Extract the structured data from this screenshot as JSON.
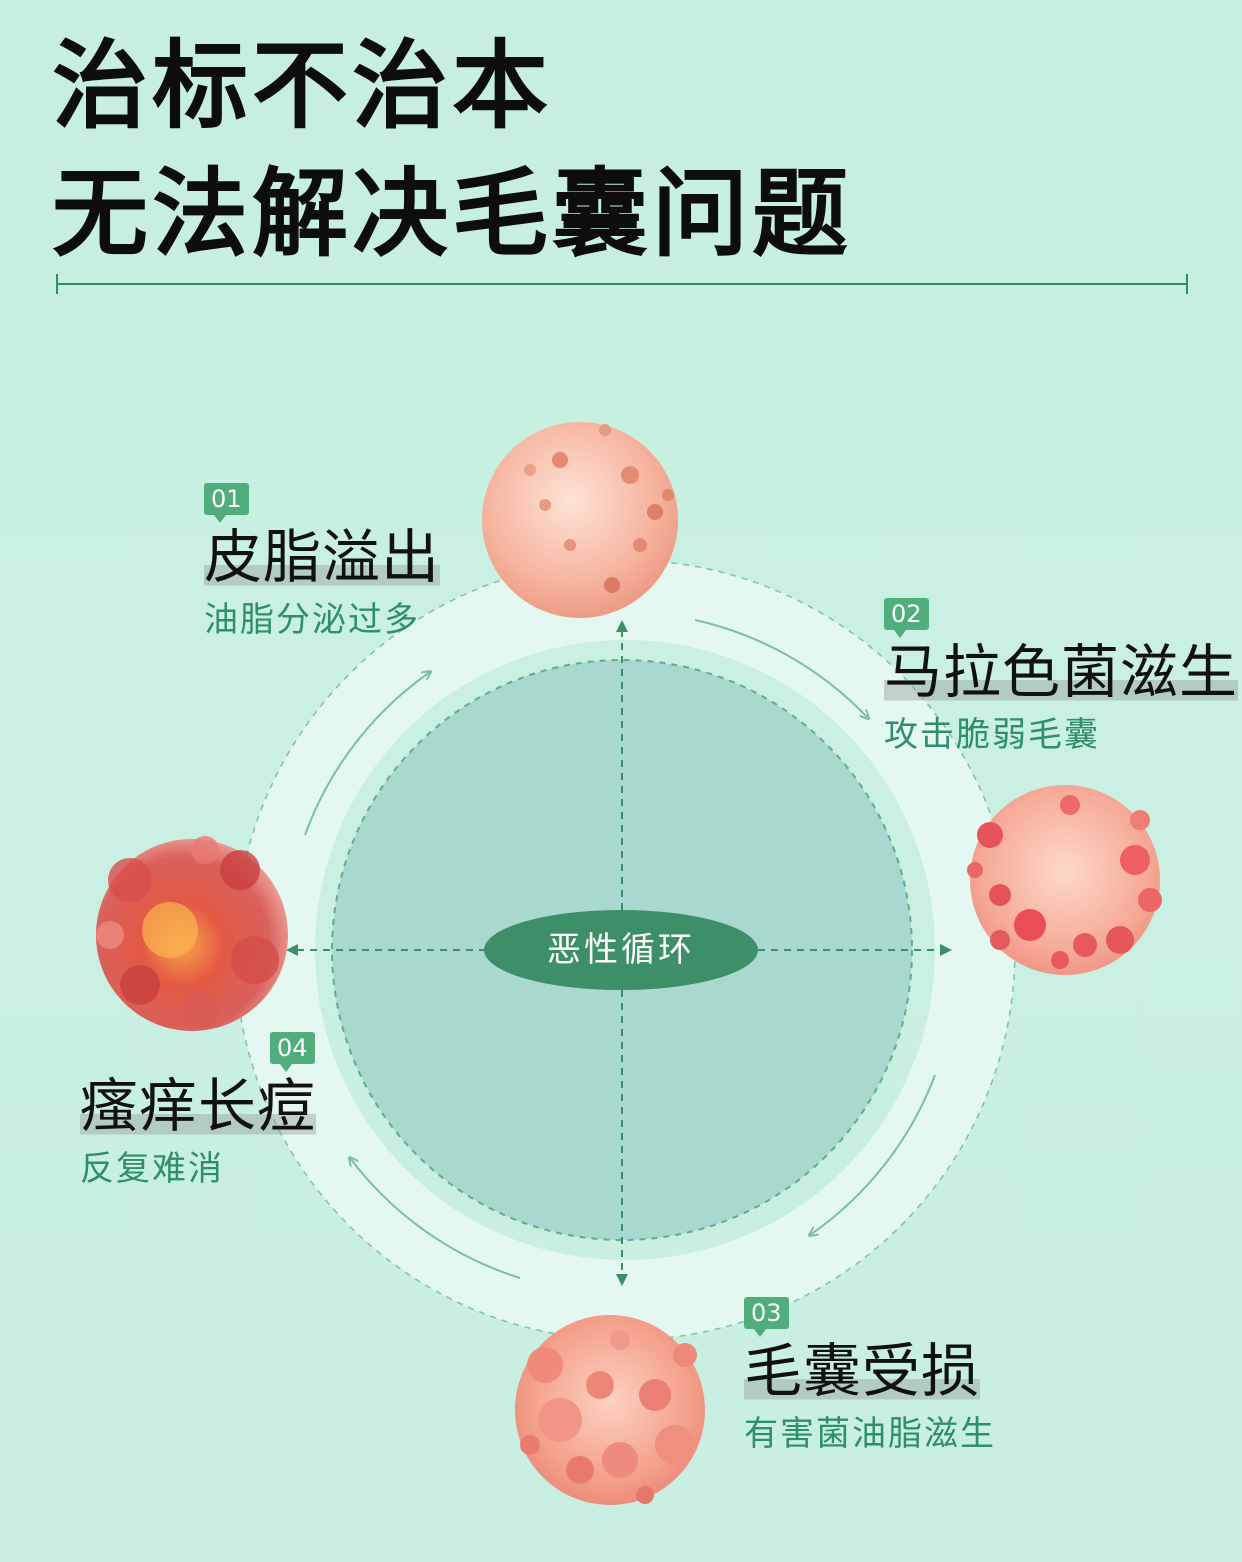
{
  "title": {
    "line1": "治标不治本",
    "line2": "无法解决毛囊问题"
  },
  "center": {
    "label": "恶性循环"
  },
  "steps": [
    {
      "num": "01",
      "title": "皮脂溢出",
      "subtitle": "油脂分泌过多"
    },
    {
      "num": "02",
      "title": "马拉色菌滋生",
      "subtitle": "攻击脆弱毛囊"
    },
    {
      "num": "03",
      "title": "毛囊受损",
      "subtitle": "有害菌油脂滋生"
    },
    {
      "num": "04",
      "title": "瘙痒长痘",
      "subtitle": "反复难消"
    }
  ],
  "colors": {
    "background": "#c8efe1",
    "accent_green": "#4fae7c",
    "dark_green": "#3d8f67",
    "inner_circle": "#a9d8ce",
    "ring": "#e8f7f1"
  },
  "icons": [
    "sebum-cell-icon",
    "bacteria-cell-icon",
    "damaged-follicle-cell-icon",
    "inflamed-acne-cell-icon"
  ]
}
